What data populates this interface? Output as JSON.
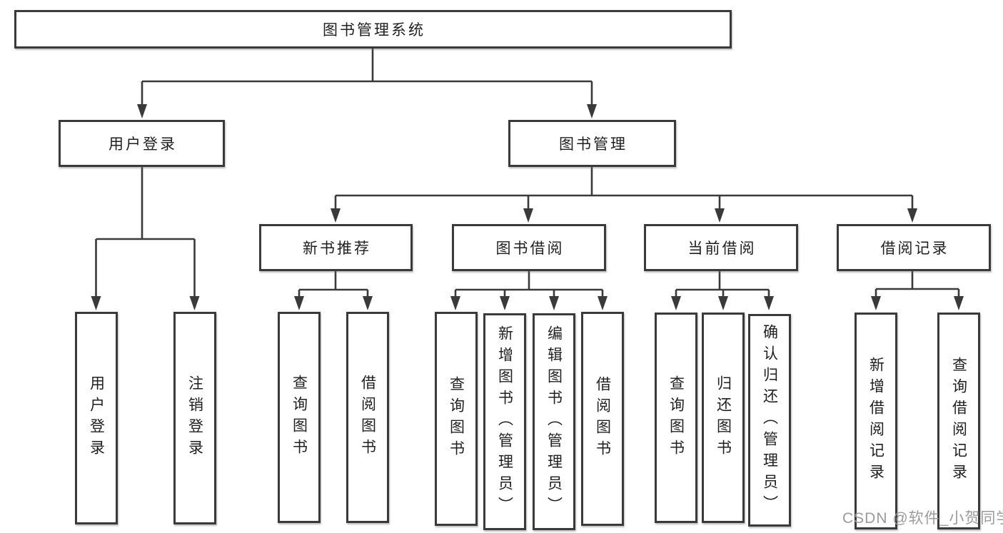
{
  "nodes": {
    "root": "图书管理系统",
    "user_login": "用户登录",
    "book_management": "图书管理",
    "new_books": "新书推荐",
    "book_borrowing": "图书借阅",
    "current_borrowing": "当前借阅",
    "borrowing_records": "借阅记录"
  },
  "leaves": {
    "user": [
      "用户登录",
      "注销登录"
    ],
    "new_books": [
      "查询图书",
      "借阅图书"
    ],
    "book_borrowing": [
      "查询图书",
      "新增图书（管理员）",
      "编辑图书（管理员）",
      "借阅图书"
    ],
    "current_borrowing": [
      "查询图书",
      "归还图书",
      "确认归还（管理员）"
    ],
    "borrowing_records": [
      "新增借阅记录",
      "查询借阅记录"
    ]
  },
  "watermark": "CSDN @软件_小贺同学",
  "colors": {
    "line": "#3a3a3a",
    "text": "#1f1f1f",
    "watermark": "#9b9b9e",
    "background": "#ffffff"
  }
}
